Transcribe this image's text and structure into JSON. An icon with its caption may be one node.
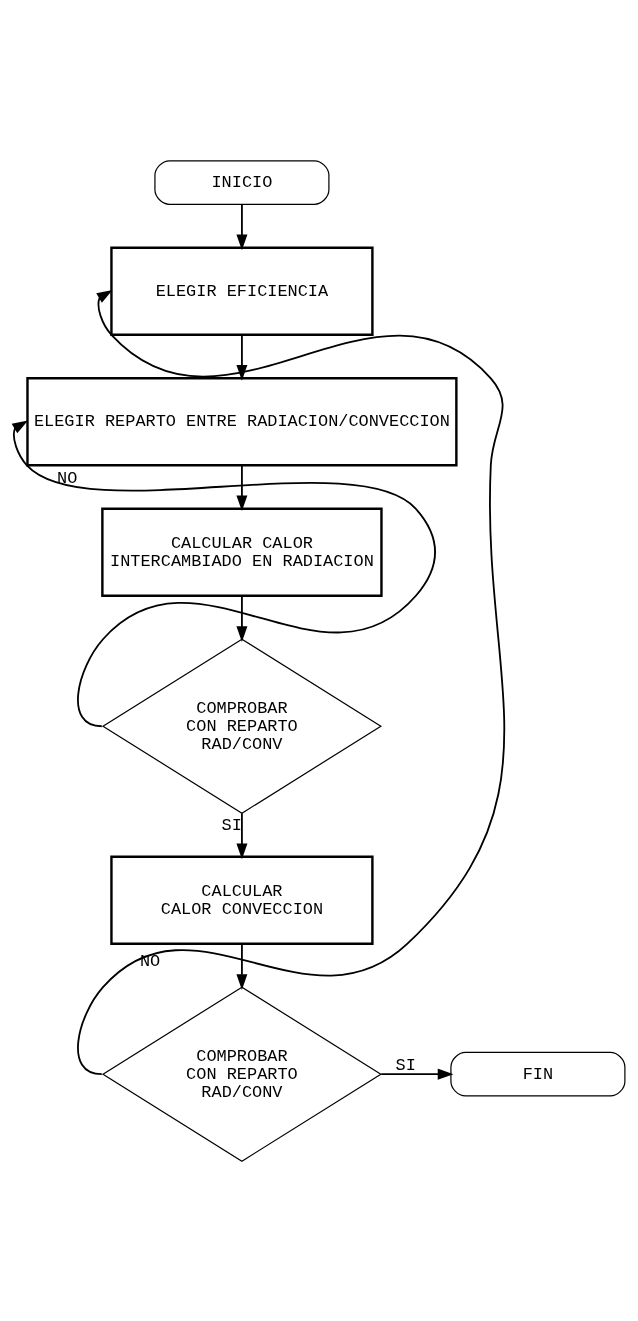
{
  "diagram": {
    "nodes": [
      {
        "text": [
          "INICIO"
        ]
      },
      {
        "text": [
          "ELEGIR EFICIENCIA"
        ]
      },
      {
        "text": [
          "ELEGIR REPARTO ENTRE RADIACION/CONVECCION"
        ]
      },
      {
        "text": [
          "CALCULAR CALOR INTERCAMBIADO EN RADIACION"
        ]
      },
      {
        "text": [
          "COMPROBAR CON REPARTO RAD/CONV"
        ]
      },
      {
        "text": [
          "CALCULAR CALOR CONVECCION"
        ]
      },
      {
        "text": [
          "COMPROBAR CON REPARTO RAD/CONV"
        ]
      },
      {
        "text": [
          "FIN"
        ]
      }
    ],
    "edges": [
      {
        "from": 0,
        "to": 1,
        "arrow": "to"
      },
      {
        "from": 1,
        "to": 2,
        "arrow": "to"
      },
      {
        "from": 2,
        "to": 3,
        "arrow": "to"
      },
      {
        "from": 3,
        "to": 4,
        "arrow": "to"
      },
      {
        "from": 4,
        "to": 2,
        "arrow": "to",
        "label": "NO"
      },
      {
        "from": 4,
        "to": 5,
        "arrow": "to",
        "label": "SI"
      },
      {
        "from": 5,
        "to": 6,
        "arrow": "to"
      },
      {
        "from": 6,
        "to": 1,
        "arrow": "to",
        "label": "NO"
      },
      {
        "from": 6,
        "to": 7,
        "arrow": "to",
        "label": "SI"
      }
    ]
  }
}
